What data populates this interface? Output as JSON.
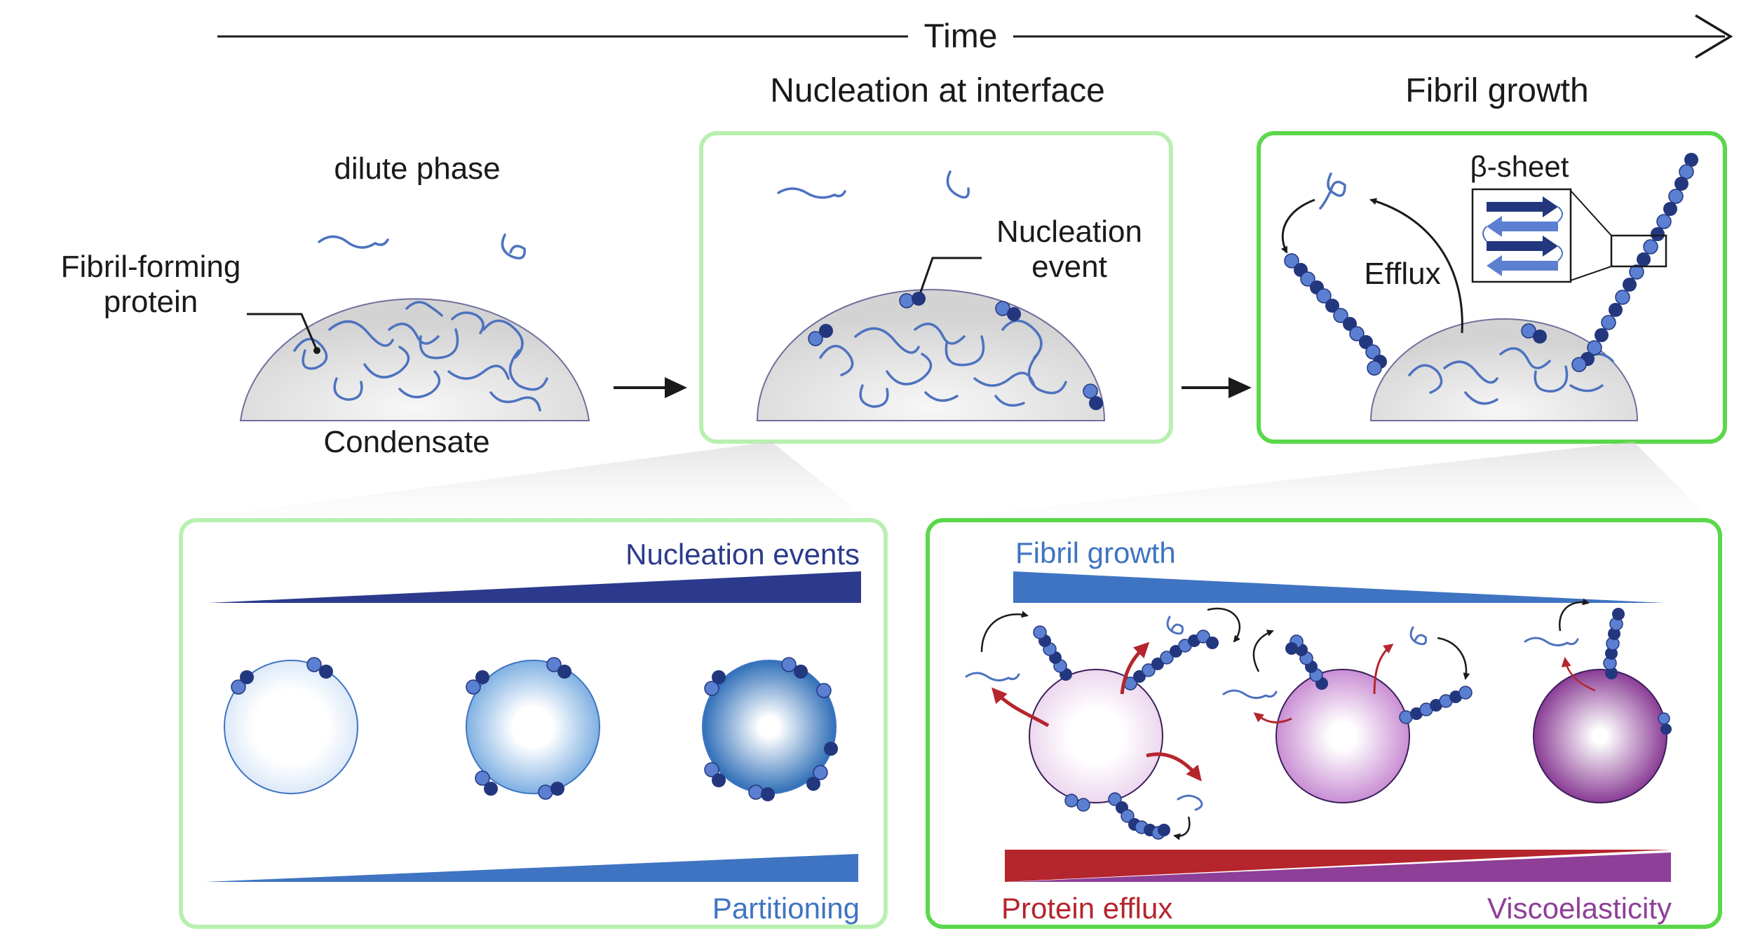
{
  "timeline": {
    "label": "Time"
  },
  "panels": {
    "condensate": {
      "dilute_phase": "dilute phase",
      "protein_label_line1": "Fibril-forming",
      "protein_label_line2": "protein",
      "condensate": "Condensate"
    },
    "nucleation": {
      "title": "Nucleation at interface",
      "event_line1": "Nucleation",
      "event_line2": "event"
    },
    "growth": {
      "title": "Fibril growth",
      "efflux": "Efflux",
      "beta_sheet": "β-sheet"
    }
  },
  "detail_left": {
    "top_gradient_label": "Nucleation events",
    "bottom_gradient_label": "Partitioning"
  },
  "detail_right": {
    "top_gradient_label": "Fibril growth",
    "bottom_left_label": "Protein efflux",
    "bottom_right_label": "Viscoelasticity"
  },
  "colors": {
    "light_green": "#b8f0b0",
    "bright_green": "#5ad84a",
    "dark_blue": "#2b3a8c",
    "mid_blue": "#3f74c2",
    "bead_dark": "#23377f",
    "bead_light": "#5b7fd1",
    "red": "#b5252d",
    "purple": "#8e3f98"
  }
}
